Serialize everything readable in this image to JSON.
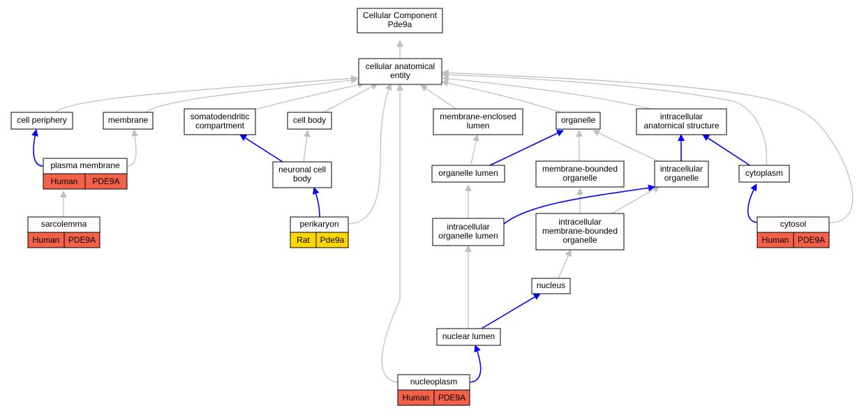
{
  "graph": {
    "root": {
      "line1": "Cellular Component",
      "line2": "Pde9a"
    },
    "colors": {
      "node_fill": "#ffffff",
      "human_fill": "#f4614a",
      "rat_fill": "#ffd700",
      "is_a_edge": "#c0c0c0",
      "part_of_edge": "#0000ff"
    },
    "nodes": [
      {
        "id": "cellular-anatomical-entity",
        "lines": [
          "cellular anatomical",
          "entity"
        ]
      },
      {
        "id": "cell-periphery",
        "lines": [
          "cell periphery"
        ]
      },
      {
        "id": "membrane",
        "lines": [
          "membrane"
        ]
      },
      {
        "id": "somatodendritic-compartment",
        "lines": [
          "somatodendritic",
          "compartment"
        ]
      },
      {
        "id": "cell-body",
        "lines": [
          "cell body"
        ]
      },
      {
        "id": "membrane-enclosed-lumen",
        "lines": [
          "membrane-enclosed",
          "lumen"
        ]
      },
      {
        "id": "organelle",
        "lines": [
          "organelle"
        ]
      },
      {
        "id": "intracellular-anatomical-structure",
        "lines": [
          "intracellular",
          "anatomical structure"
        ]
      },
      {
        "id": "plasma-membrane",
        "lines": [
          "plasma membrane"
        ],
        "annotation": {
          "species": "Human",
          "gene": "PDE9A"
        }
      },
      {
        "id": "neuronal-cell-body",
        "lines": [
          "neuronal cell",
          "body"
        ]
      },
      {
        "id": "organelle-lumen",
        "lines": [
          "organelle lumen"
        ]
      },
      {
        "id": "membrane-bounded-organelle",
        "lines": [
          "membrane-bounded",
          "organelle"
        ]
      },
      {
        "id": "intracellular-organelle",
        "lines": [
          "intracellular",
          "organelle"
        ]
      },
      {
        "id": "cytoplasm",
        "lines": [
          "cytoplasm"
        ]
      },
      {
        "id": "sarcolemma",
        "lines": [
          "sarcolemma"
        ],
        "annotation": {
          "species": "Human",
          "gene": "PDE9A"
        }
      },
      {
        "id": "perikaryon",
        "lines": [
          "perikaryon"
        ],
        "annotation": {
          "species": "Rat",
          "gene": "Pde9a"
        }
      },
      {
        "id": "intracellular-organelle-lumen",
        "lines": [
          "intracellular",
          "organelle lumen"
        ]
      },
      {
        "id": "intracellular-membrane-bounded-organelle",
        "lines": [
          "intracellular",
          "membrane-bounded",
          "organelle"
        ]
      },
      {
        "id": "cytosol",
        "lines": [
          "cytosol"
        ],
        "annotation": {
          "species": "Human",
          "gene": "PDE9A"
        }
      },
      {
        "id": "nucleus",
        "lines": [
          "nucleus"
        ]
      },
      {
        "id": "nuclear-lumen",
        "lines": [
          "nuclear lumen"
        ]
      },
      {
        "id": "nucleoplasm",
        "lines": [
          "nucleoplasm"
        ],
        "annotation": {
          "species": "Human",
          "gene": "PDE9A"
        }
      }
    ],
    "edges": [
      {
        "from": "cellular-anatomical-entity",
        "to": "root",
        "relation": "is_a"
      },
      {
        "from": "cell-periphery",
        "to": "cellular-anatomical-entity",
        "relation": "is_a"
      },
      {
        "from": "membrane",
        "to": "cellular-anatomical-entity",
        "relation": "is_a"
      },
      {
        "from": "somatodendritic-compartment",
        "to": "cellular-anatomical-entity",
        "relation": "is_a"
      },
      {
        "from": "cell-body",
        "to": "cellular-anatomical-entity",
        "relation": "is_a"
      },
      {
        "from": "membrane-enclosed-lumen",
        "to": "cellular-anatomical-entity",
        "relation": "is_a"
      },
      {
        "from": "organelle",
        "to": "cellular-anatomical-entity",
        "relation": "is_a"
      },
      {
        "from": "intracellular-anatomical-structure",
        "to": "cellular-anatomical-entity",
        "relation": "is_a"
      },
      {
        "from": "cytoplasm",
        "to": "cellular-anatomical-entity",
        "relation": "is_a"
      },
      {
        "from": "cytosol",
        "to": "cellular-anatomical-entity",
        "relation": "is_a"
      },
      {
        "from": "perikaryon",
        "to": "cellular-anatomical-entity",
        "relation": "is_a"
      },
      {
        "from": "nucleoplasm",
        "to": "cellular-anatomical-entity",
        "relation": "is_a"
      },
      {
        "from": "plasma-membrane",
        "to": "cell-periphery",
        "relation": "part_of"
      },
      {
        "from": "plasma-membrane",
        "to": "membrane",
        "relation": "is_a"
      },
      {
        "from": "sarcolemma",
        "to": "plasma-membrane",
        "relation": "is_a"
      },
      {
        "from": "neuronal-cell-body",
        "to": "somatodendritic-compartment",
        "relation": "part_of"
      },
      {
        "from": "neuronal-cell-body",
        "to": "cell-body",
        "relation": "is_a"
      },
      {
        "from": "perikaryon",
        "to": "neuronal-cell-body",
        "relation": "part_of"
      },
      {
        "from": "organelle-lumen",
        "to": "membrane-enclosed-lumen",
        "relation": "is_a"
      },
      {
        "from": "organelle-lumen",
        "to": "organelle",
        "relation": "part_of"
      },
      {
        "from": "membrane-bounded-organelle",
        "to": "organelle",
        "relation": "is_a"
      },
      {
        "from": "intracellular-organelle",
        "to": "organelle",
        "relation": "is_a"
      },
      {
        "from": "intracellular-organelle",
        "to": "intracellular-anatomical-structure",
        "relation": "part_of"
      },
      {
        "from": "cytoplasm",
        "to": "intracellular-anatomical-structure",
        "relation": "part_of"
      },
      {
        "from": "cytosol",
        "to": "cytoplasm",
        "relation": "part_of"
      },
      {
        "from": "intracellular-organelle-lumen",
        "to": "organelle-lumen",
        "relation": "is_a"
      },
      {
        "from": "intracellular-organelle-lumen",
        "to": "intracellular-organelle",
        "relation": "part_of"
      },
      {
        "from": "intracellular-membrane-bounded-organelle",
        "to": "membrane-bounded-organelle",
        "relation": "is_a"
      },
      {
        "from": "intracellular-membrane-bounded-organelle",
        "to": "intracellular-organelle",
        "relation": "is_a"
      },
      {
        "from": "nucleus",
        "to": "intracellular-membrane-bounded-organelle",
        "relation": "is_a"
      },
      {
        "from": "nuclear-lumen",
        "to": "intracellular-organelle-lumen",
        "relation": "is_a"
      },
      {
        "from": "nuclear-lumen",
        "to": "nucleus",
        "relation": "part_of"
      },
      {
        "from": "nucleoplasm",
        "to": "nuclear-lumen",
        "relation": "part_of"
      }
    ]
  }
}
